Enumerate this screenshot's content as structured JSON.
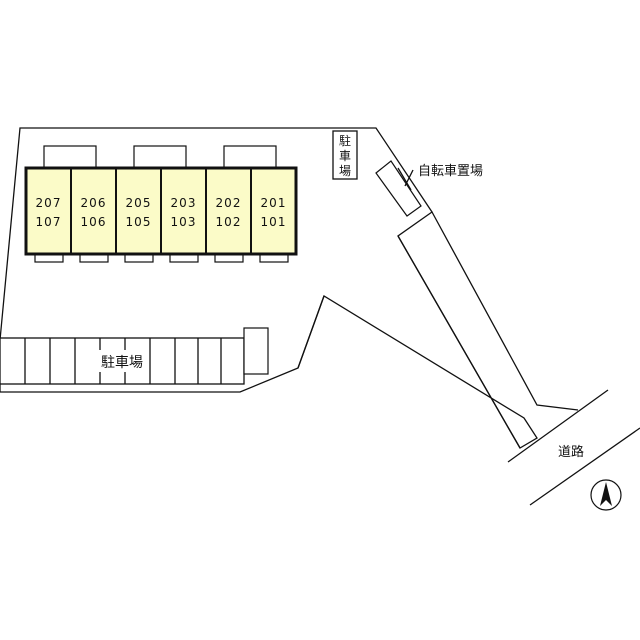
{
  "units": [
    {
      "upper": "207",
      "lower": "107"
    },
    {
      "upper": "206",
      "lower": "106"
    },
    {
      "upper": "205",
      "lower": "105"
    },
    {
      "upper": "203",
      "lower": "103"
    },
    {
      "upper": "202",
      "lower": "102"
    },
    {
      "upper": "201",
      "lower": "101"
    }
  ],
  "labels": {
    "parking_main": "駐車場",
    "parking_small": [
      "駐",
      "車",
      "場"
    ],
    "bicycle_parking": "自転車置場",
    "road": "道路"
  },
  "colors": {
    "unit_fill": "#fbfbc8",
    "line": "#111111"
  },
  "icons": {
    "north": "north-arrow-icon"
  }
}
